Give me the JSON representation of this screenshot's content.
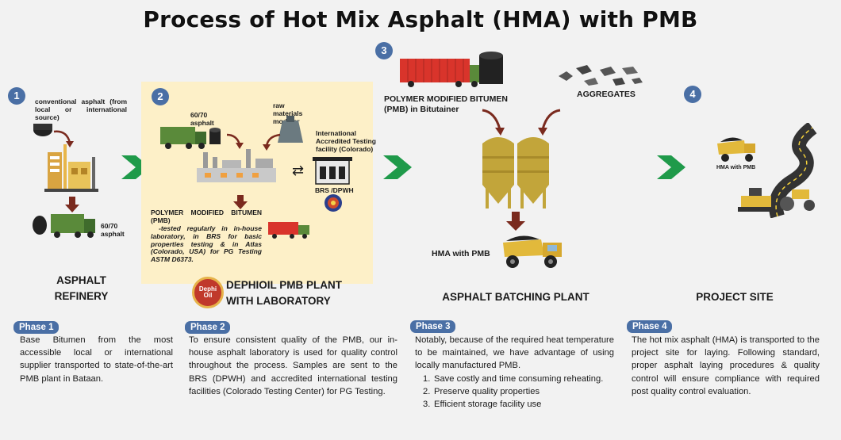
{
  "title": "Process of Hot Mix Asphalt (HMA) with PMB",
  "steps": {
    "s1": "1",
    "s2": "2",
    "s3": "3",
    "s4": "4"
  },
  "col1": {
    "source_text": "conventional asphalt (from local or international source)",
    "grade_label": "60/70 asphalt",
    "heading_line1": "ASPHALT",
    "heading_line2": "REFINERY"
  },
  "col2": {
    "grade_label": "60/70 asphalt",
    "modifier_label": "raw materials modifier",
    "facility_label": "International Accredited Testing facility (Colorado)",
    "brs_label": "BRS /DPWH",
    "pmb_title": "POLYMER MODIFIED BITUMEN (PMB)",
    "pmb_desc": "-tested regularly in in-house laboratory, in BRS for basic properties testing & in Atlas (Colorado, USA) for PG Testing ASTM D6373.",
    "logo_text": "Dephi Oil",
    "heading_line1": "DEPHIOIL PMB PLANT",
    "heading_line2": "WITH LABORATORY",
    "swap_symbol": "⇄"
  },
  "col3": {
    "pmb_label_line1": "POLYMER MODIFIED BITUMEN",
    "pmb_label_line2": "(PMB) in Bitutainer",
    "aggregates_label": "AGGREGATES",
    "hma_label": "HMA with PMB",
    "heading": "ASPHALT BATCHING PLANT"
  },
  "col4": {
    "hma_label": "HMA with PMB",
    "heading": "PROJECT SITE"
  },
  "phases": [
    {
      "tag": "Phase 1",
      "text": "Base Bitumen from the most accessible local or international supplier transported to state-of-the-art PMB plant in Bataan."
    },
    {
      "tag": "Phase 2",
      "text": "To ensure consistent quality of the PMB, our in-house asphalt laboratory is used for quality control throughout the process. Samples are sent to the BRS (DPWH) and accredited international testing facilities (Colorado Testing Center) for PG Testing."
    },
    {
      "tag": "Phase 3",
      "text": "Notably, because of the required heat temperature to be maintained, we have advantage of using locally manufactured PMB.",
      "list": [
        {
          "num": "1.",
          "text": "Save costly and time consuming reheating."
        },
        {
          "num": "2.",
          "text": "Preserve quality properties"
        },
        {
          "num": "3.",
          "text": "Efficient storage facility use"
        }
      ]
    },
    {
      "tag": "Phase 4",
      "text": "The hot mix asphalt (HMA) is transported to the project site for laying. Following standard, proper asphalt laying procedures & quality control will ensure compliance with required post quality control evaluation."
    }
  ],
  "colors": {
    "accent_blue": "#4a6fa5",
    "arrow_green": "#1f9a4a",
    "arrow_brown": "#7a2a1e",
    "silo_gold": "#c2a53a",
    "panel_yellow": "#fdf0c8"
  }
}
